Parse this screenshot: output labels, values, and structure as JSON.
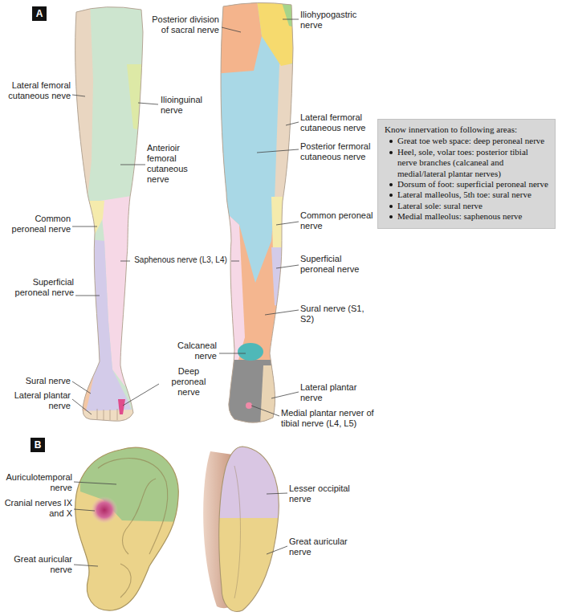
{
  "diagram": {
    "nodes": [
      {
        "text": [
          "A"
        ]
      },
      {
        "text": [
          "Know innervation to following areas:",
          "Great toe web space: deep peroneal nerve",
          "Heel, sole, volar toes: posterior tibial nerve branches (calcaneal and medial/lateral plantar nerves)",
          "Dorsum of foot: superficial peroneal nerve",
          "Lateral malleolus, 5th toe: sural nerve",
          "Lateral sole: sural nerve",
          "Medial malleolus: saphenous nerve"
        ]
      },
      {
        "text": [
          "B"
        ]
      }
    ],
    "labels": [
      "Posterior division of sacral nerve",
      "Iliohypogastric nerve",
      "Ilioinguinal nerve",
      "Lateral femoral cutaneous neve",
      "Lateral fermoral cutaneous nerve",
      "Posterior fermoral cutaneous nerve",
      "Anterioir femoral cutaneous nerve",
      "Common peroneal nerve",
      "Common peroneal nerve",
      "Saphenous nerve (L3, L4)",
      "Superficial peroneal nerve",
      "Superficial peroneal nerve",
      "Sural nerve (S1, S2)",
      "Calcaneal nerve",
      "Deep peroneal nerve",
      "Sural nerve",
      "Lateral plantar nerve",
      "Lateral plantar nerve",
      "Medial plantar nerver of tibial nerve (L4, L5)",
      "Auriculotemporal nerve",
      "Lesser occipital nerve",
      "Cranial nerves IX and X",
      "Great auricular nerve",
      "Great auricular nerve"
    ]
  }
}
